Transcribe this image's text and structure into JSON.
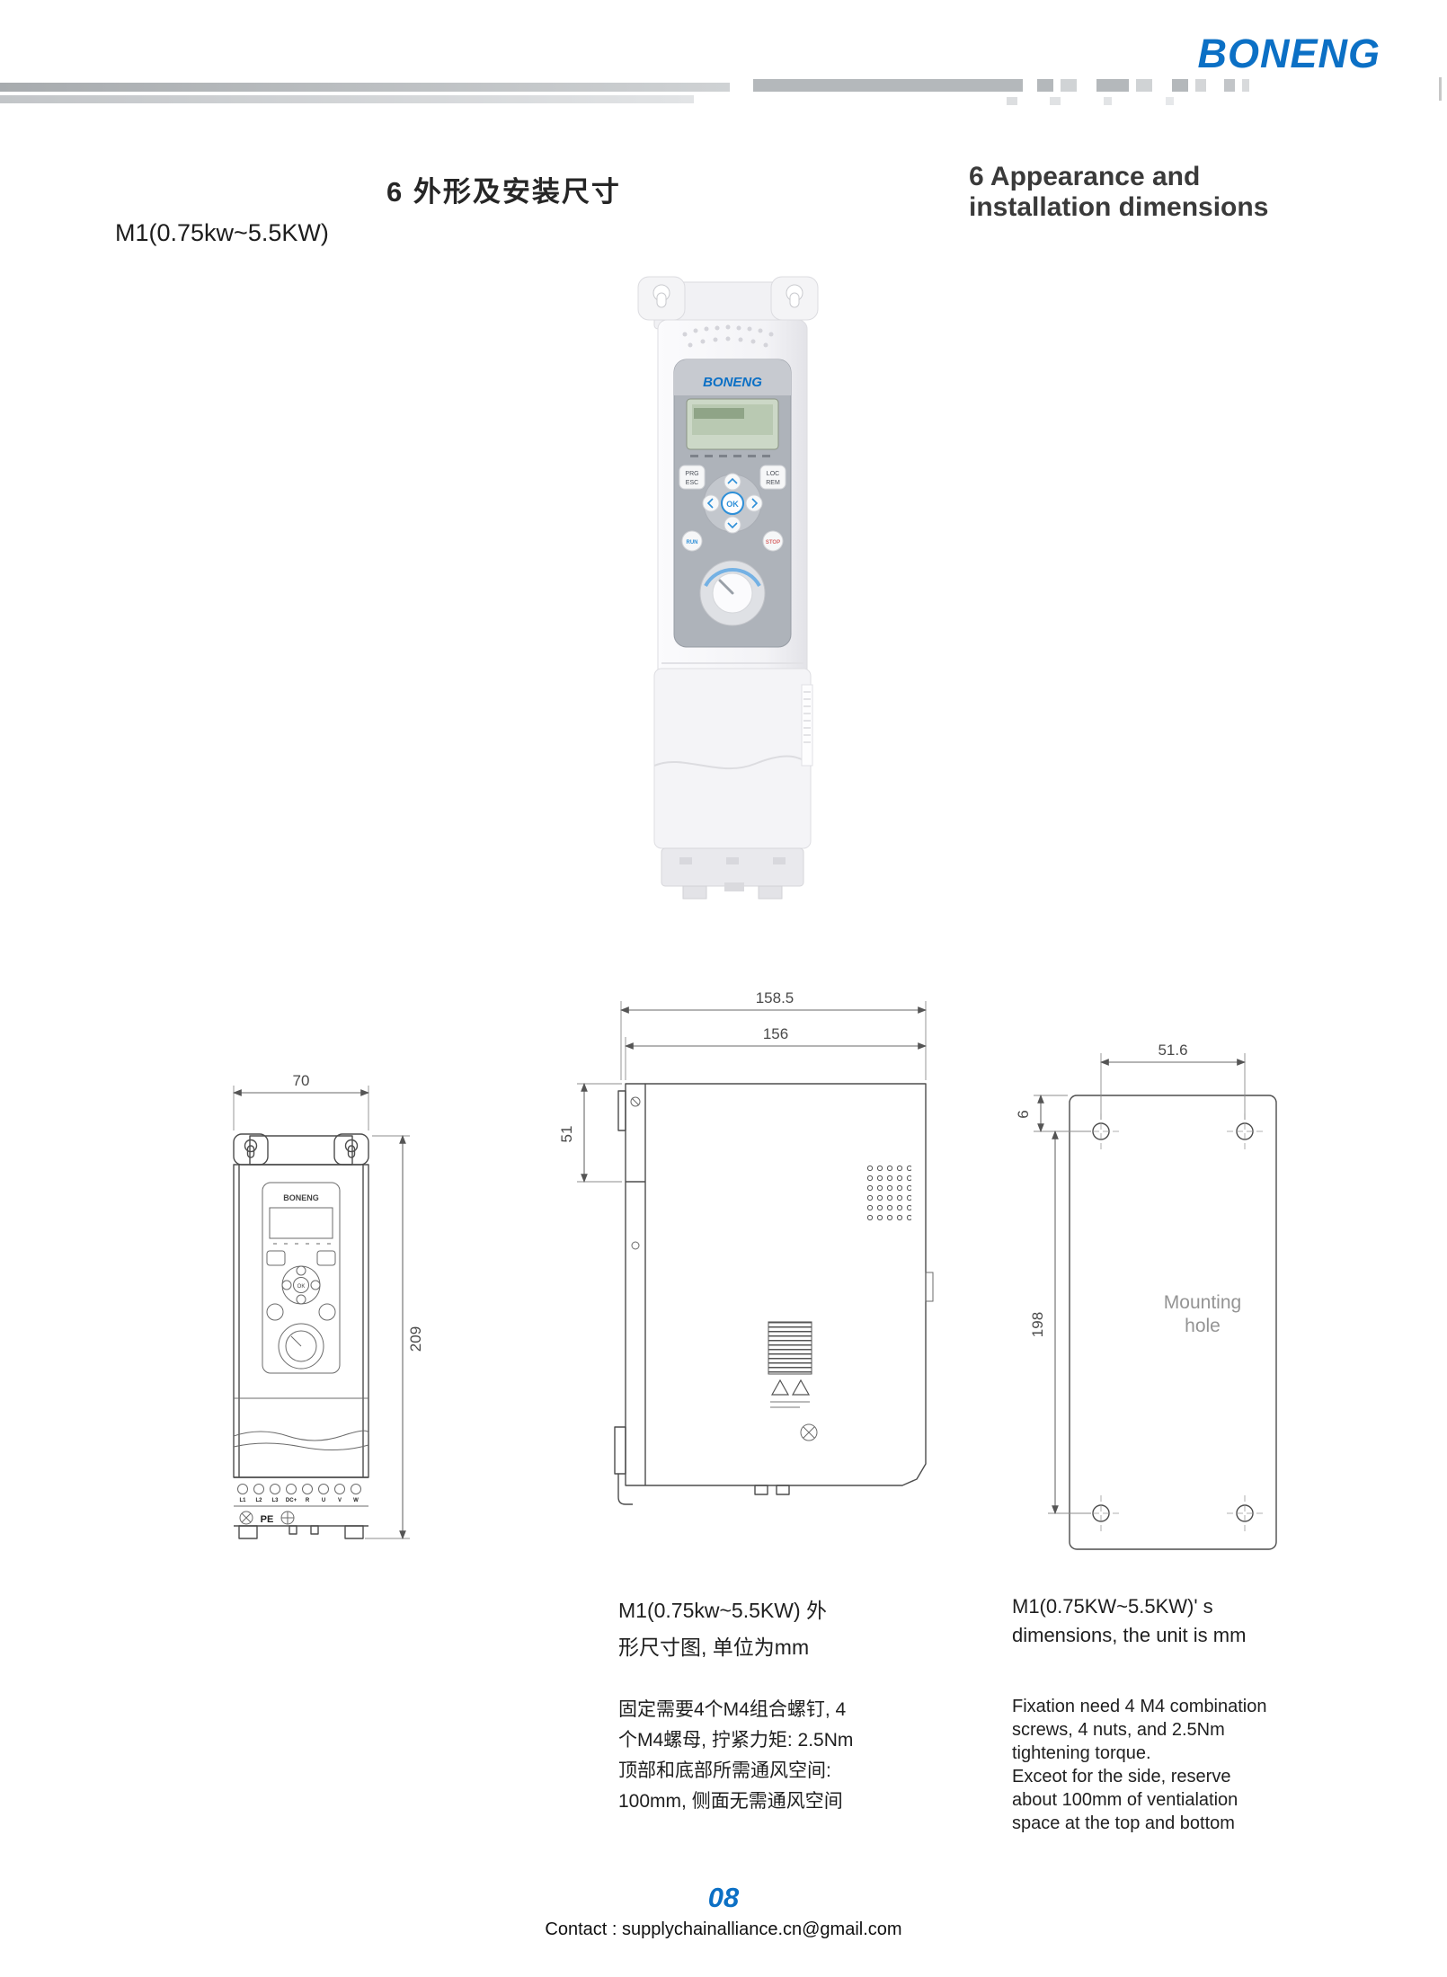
{
  "brand": {
    "logo": "BONENG",
    "color": "#0c70c5"
  },
  "header": {
    "title_zh": "6 外形及安装尺寸",
    "title_en_line1": "6 Appearance and",
    "title_en_line2": "installation dimensions",
    "model": "M1(0.75kw~5.5KW)"
  },
  "product": {
    "logo": "BONENG",
    "keypad": {
      "prg": "PRG",
      "esc": "ESC",
      "loc": "LOC",
      "rem": "REM",
      "run": "RUN",
      "stop": "STOP",
      "ok": "OK"
    }
  },
  "drawings": {
    "front": {
      "logo": "BONENG",
      "ok": "OK",
      "width": "70",
      "height": "209",
      "terminals": [
        "L1",
        "L2",
        "L3",
        "DC+",
        "R",
        "U",
        "V",
        "W"
      ],
      "pe": "PE"
    },
    "side": {
      "overall": "158.5",
      "width": "156",
      "top_depth": "51"
    },
    "mounting": {
      "edge_offset": "6",
      "hole_span_x": "51.6",
      "hole_span_y": "198",
      "label_line1": "Mounting",
      "label_line2": "hole"
    }
  },
  "captions": {
    "zh_lines": [
      "M1(0.75kw~5.5KW) 外",
      "形尺寸图, 单位为mm"
    ],
    "en_lines": [
      "M1(0.75KW~5.5KW)' s",
      "dimensions, the unit is mm"
    ]
  },
  "notes": {
    "zh_lines": [
      "固定需要4个M4组合螺钉, 4",
      "个M4螺母, 拧紧力矩: 2.5Nm",
      "顶部和底部所需通风空间:",
      "100mm, 侧面无需通风空间"
    ],
    "en_lines": [
      "Fixation need 4 M4 combination",
      "screws, 4 nuts, and 2.5Nm",
      "tightening torque.",
      "Exceot for the side, reserve",
      "about 100mm of ventialation",
      "space at the top and bottom"
    ]
  },
  "footer": {
    "page_number": "08",
    "contact": "Contact : supplychainalliance.cn@gmail.com"
  }
}
